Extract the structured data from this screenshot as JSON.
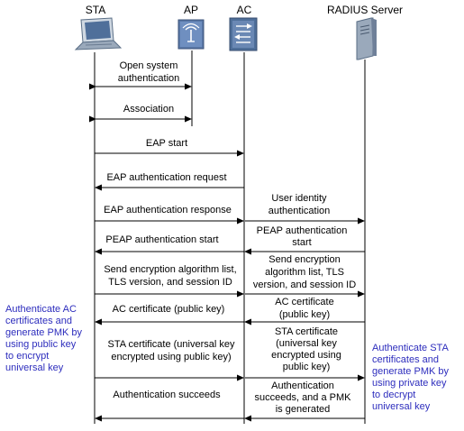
{
  "entities": {
    "sta": "STA",
    "ap": "AP",
    "ac": "AC",
    "radius": "RADIUS Server"
  },
  "messages": {
    "m1": [
      "Open system",
      "authentication"
    ],
    "m2": [
      "Association"
    ],
    "m3": [
      "EAP start"
    ],
    "m4": [
      "EAP authentication request"
    ],
    "m5": [
      "EAP authentication response"
    ],
    "m6": [
      "User identity",
      "authentication"
    ],
    "m7": [
      "PEAP authentication start"
    ],
    "m8": [
      "PEAP authentication",
      "start"
    ],
    "m9": [
      "Send encryption algorithm list,",
      "TLS version, and session ID"
    ],
    "m10": [
      "Send encryption",
      "algorithm list, TLS",
      "version, and session ID"
    ],
    "m11": [
      "AC certificate (public key)"
    ],
    "m12": [
      "AC certificate",
      "(public key)"
    ],
    "m13": [
      "STA certificate (universal key",
      "encrypted using public key)"
    ],
    "m14": [
      "STA certificate",
      "(universal key",
      "encrypted using",
      "public key)"
    ],
    "m15": [
      "Authentication succeeds"
    ],
    "m16": [
      "Authentication",
      "succeeds, and a PMK",
      "is generated"
    ]
  },
  "notes": {
    "left": [
      "Authenticate AC",
      "certificates and",
      "generate PMK by",
      "using public key",
      "to encrypt",
      "universal key"
    ],
    "right": [
      "Authenticate STA",
      "certificates and",
      "generate PMK by",
      "using private key",
      "to decrypt",
      "universal key"
    ]
  },
  "colors": {
    "note_text": "#2d2dbd",
    "line": "#000000"
  }
}
